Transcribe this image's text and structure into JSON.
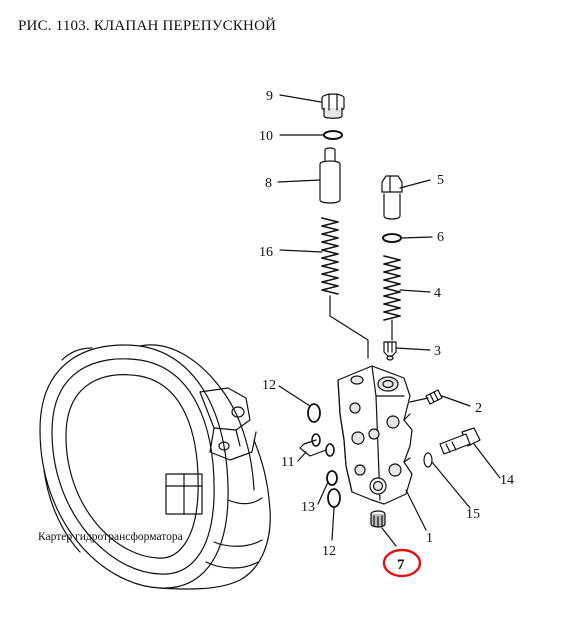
{
  "title": "РИС. 1103. КЛАПАН ПЕРЕПУСКНОЙ",
  "housing_label": "Картер гидротрансформатора",
  "callouts": {
    "c1": "1",
    "c2": "2",
    "c3": "3",
    "c4": "4",
    "c5": "5",
    "c6": "6",
    "c7": "7",
    "c8": "8",
    "c9": "9",
    "c10": "10",
    "c11": "11",
    "c12a": "12",
    "c12b": "12",
    "c13": "13",
    "c14": "14",
    "c15": "15",
    "c16": "16"
  },
  "highlight": {
    "callout": "7",
    "color": "#e01010"
  }
}
